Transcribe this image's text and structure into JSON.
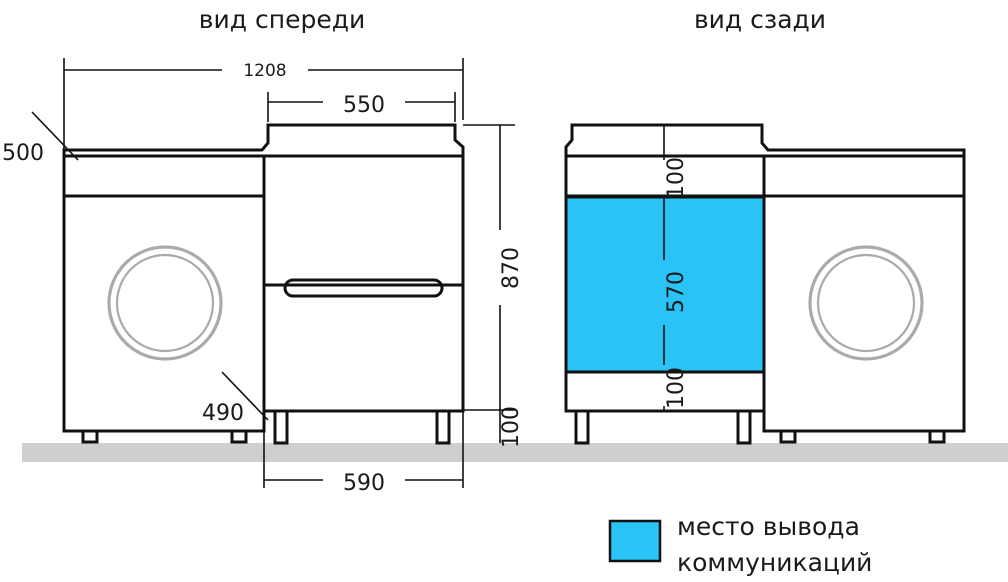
{
  "titles": {
    "front": "вид спереди",
    "back": "вид сзади"
  },
  "dimensions": {
    "total_width": "1208",
    "top_width": "550",
    "depth_left": "500",
    "height": "870",
    "depth_cabinet": "490",
    "leg_height": "100",
    "cabinet_width": "590",
    "back_top": "100",
    "back_zone": "570",
    "back_bottom": "100"
  },
  "legend": {
    "line1": "место вывода",
    "line2": "коммуникаций"
  },
  "colors": {
    "communications_zone": "#29c3f5",
    "floor": "#cfcfcf",
    "drum": "#aaaaaa"
  }
}
